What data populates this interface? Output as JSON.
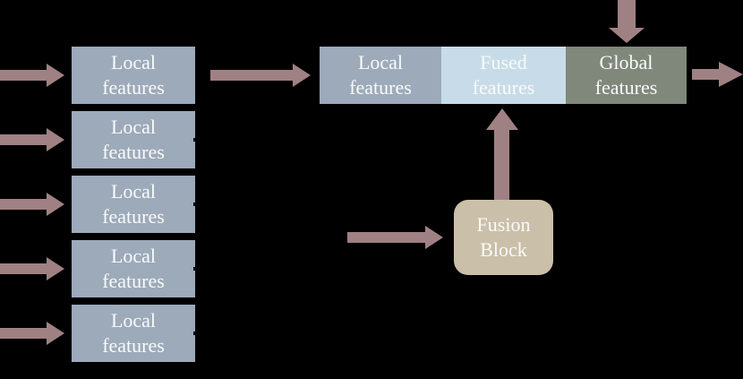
{
  "colors": {
    "background": "#000000",
    "arrow": "#a08183",
    "local_box": "#9caaba",
    "fused_segment": "#c7dce8",
    "global_segment": "#7f887a",
    "fusion_block": "#cabfa9",
    "text": "#fafafa"
  },
  "left_column": {
    "boxes": [
      {
        "line1": "Local",
        "line2": "features"
      },
      {
        "line1": "Local",
        "line2": "features"
      },
      {
        "line1": "Local",
        "line2": "features"
      },
      {
        "line1": "Local",
        "line2": "features"
      },
      {
        "line1": "Local",
        "line2": "features"
      }
    ]
  },
  "pipeline_bar": {
    "segments": [
      {
        "line1": "Local",
        "line2": "features"
      },
      {
        "line1": "Fused",
        "line2": "features"
      },
      {
        "line1": "Global",
        "line2": "features"
      }
    ]
  },
  "fusion_block": {
    "line1": "Fusion",
    "line2": "Block"
  },
  "arrows": [
    {
      "name": "input-arrow-1",
      "direction": "right"
    },
    {
      "name": "input-arrow-2",
      "direction": "right"
    },
    {
      "name": "input-arrow-3",
      "direction": "right"
    },
    {
      "name": "input-arrow-4",
      "direction": "right"
    },
    {
      "name": "input-arrow-5",
      "direction": "right"
    },
    {
      "name": "local-to-bar-arrow",
      "direction": "right"
    },
    {
      "name": "global-input-arrow",
      "direction": "down"
    },
    {
      "name": "output-arrow",
      "direction": "right"
    },
    {
      "name": "fusion-input-arrow",
      "direction": "right"
    },
    {
      "name": "fusion-to-fused-arrow",
      "direction": "up"
    }
  ]
}
